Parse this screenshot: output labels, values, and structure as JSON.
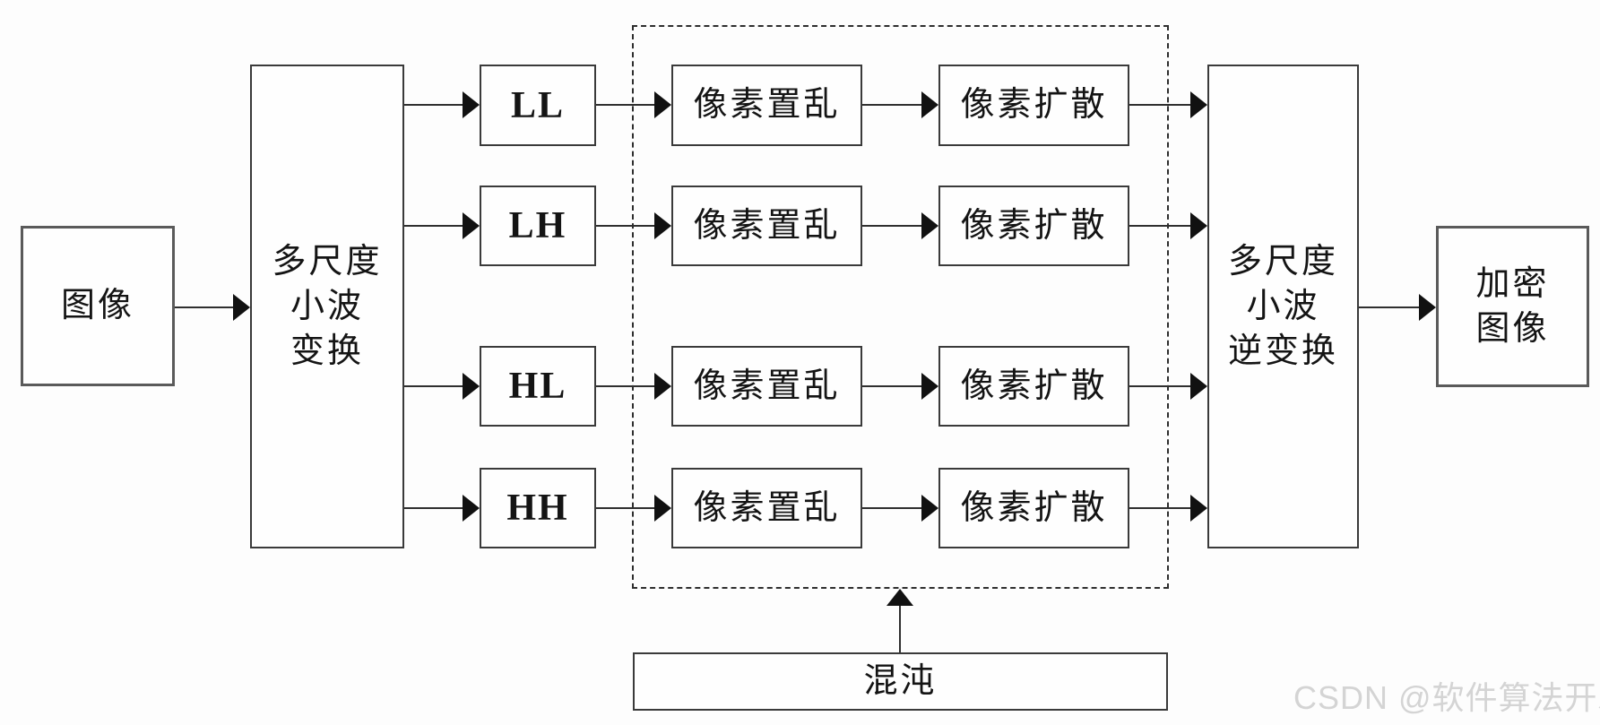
{
  "nodes": {
    "input": {
      "label": "图像"
    },
    "wavelet": {
      "lines": [
        "多尺度",
        "小波",
        "变换"
      ]
    },
    "subbands": [
      {
        "label": "LL"
      },
      {
        "label": "LH"
      },
      {
        "label": "HL"
      },
      {
        "label": "HH"
      }
    ],
    "scramble": {
      "label": "像素置乱"
    },
    "diffuse": {
      "label": "像素扩散"
    },
    "inverse_wavelet": {
      "lines": [
        "多尺度",
        "小波",
        "逆变换"
      ]
    },
    "output": {
      "lines": [
        "加密",
        "图像"
      ]
    },
    "chaos": {
      "label": "混沌"
    }
  },
  "watermark": {
    "text": "CSDN @软件算法开发"
  },
  "colors": {
    "line": "#2f2f2f",
    "box_border": "#3a3a3a",
    "text": "#141414",
    "background": "#fdfdfd",
    "watermark": "#d4d4d4"
  }
}
